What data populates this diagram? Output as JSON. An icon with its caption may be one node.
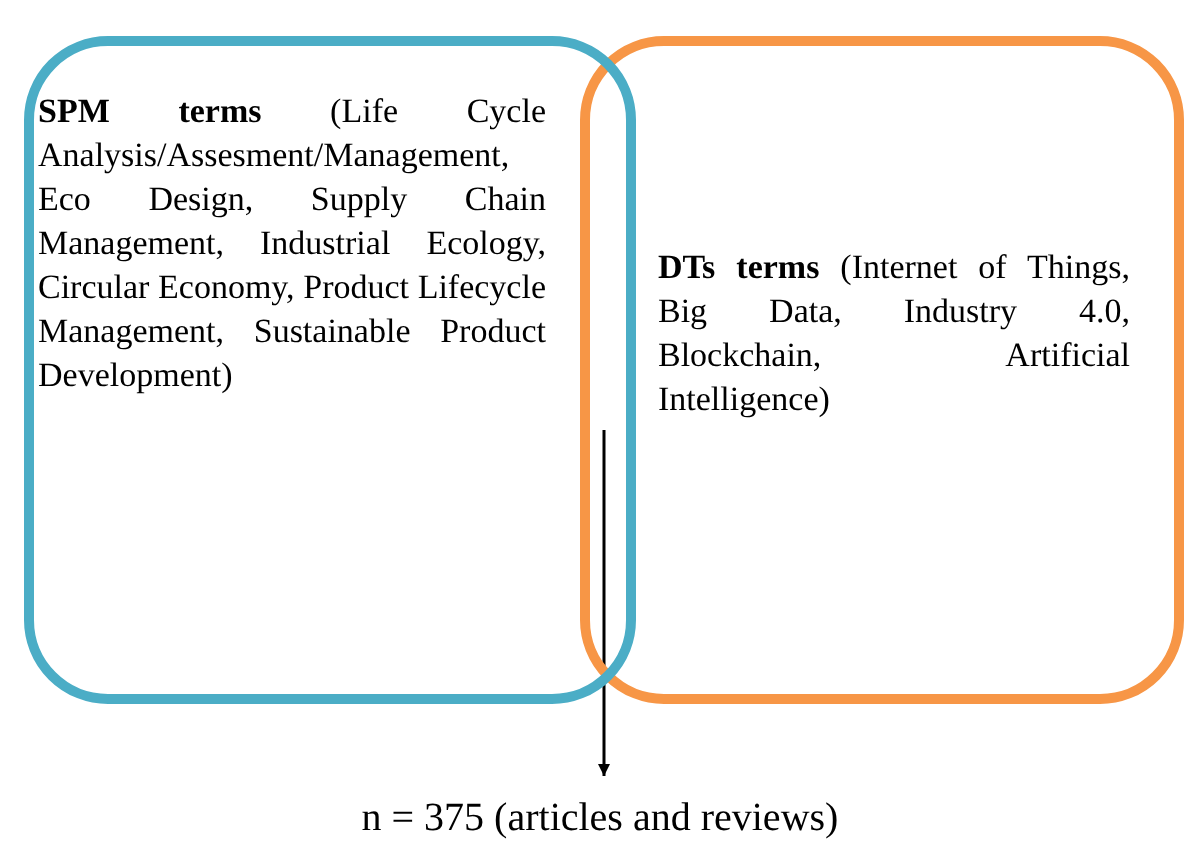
{
  "diagram": {
    "nodes": [
      {
        "text": [
          "**SPM terms** (Life Cycle Analysis/Assesment/Management, Eco Design, Supply Chain Management, Industrial Ecology, Circular Economy, Product Lifecycle Management, Sustainable Product Development)"
        ]
      },
      {
        "text": [
          "**DTs terms** (Internet of Things, Big Data, Industry 4.0, Blockchain, Artificial Intelligence)"
        ]
      },
      {
        "text": [
          "n = 375 (articles and reviews)"
        ]
      }
    ],
    "edges": [
      {
        "from": 0,
        "to": 2,
        "arrow": "to"
      },
      {
        "from": 1,
        "to": 2,
        "arrow": "to"
      }
    ]
  }
}
